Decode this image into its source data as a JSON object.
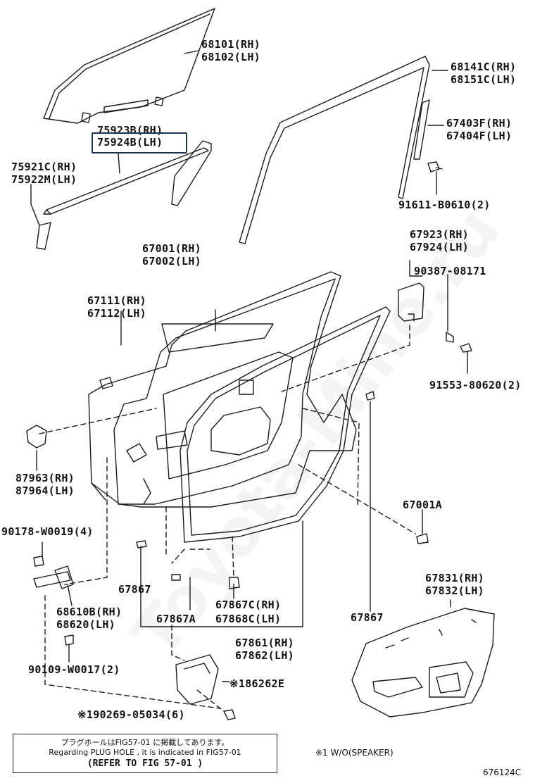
{
  "watermark": "Toyota-Mine.ru",
  "labels": {
    "p68101": "68101(RH)\n68102(LH)",
    "p68141": "68141C(RH)\n68151C(LH)",
    "p67403": "67403F(RH)\n67404F(LH)",
    "p75923": "75923B(RH)",
    "p75924": "75924B(LH)",
    "p75921": "75921C(RH)\n75922M(LH)",
    "p91611": "91611-B0610(2)",
    "p67923": "67923(RH)\n67924(LH)",
    "p67001": "67001(RH)\n67002(LH)",
    "p90387": "90387-08171",
    "p67111": "67111(RH)\n67112(LH)",
    "p91553": "91553-80620(2)",
    "p87963": "87963(RH)\n87964(LH)",
    "p67001a": "67001A",
    "p90178": "90178-W0019(4)",
    "p67831": "67831(RH)\n67832(LH)",
    "p67867_l": "67867",
    "p68610": "68610B(RH)\n68620(LH)",
    "p67867c": "67867C(RH)",
    "p67868c": "67868C(LH)",
    "p67867a": "67867A",
    "p67867_r": "67867",
    "p67861": "67861(RH)\n67862(LH)",
    "p90109": "90109-W0017(2)",
    "p186262": "※186262E",
    "p190269": "※190269-05034(6)"
  },
  "note": {
    "line_jp": "プラグホールはFIG57-01 に掲載してあります。",
    "line_en": "Regarding PLUG HOLE , it is indicated in FIG57-01",
    "line_ref": "(REFER TO FIG 57-01 )"
  },
  "footnote": "※1 W/O(SPEAKER)",
  "fig_code": "676124C",
  "colors": {
    "line": "#1a1a1a",
    "highlight": "#1f3552"
  }
}
